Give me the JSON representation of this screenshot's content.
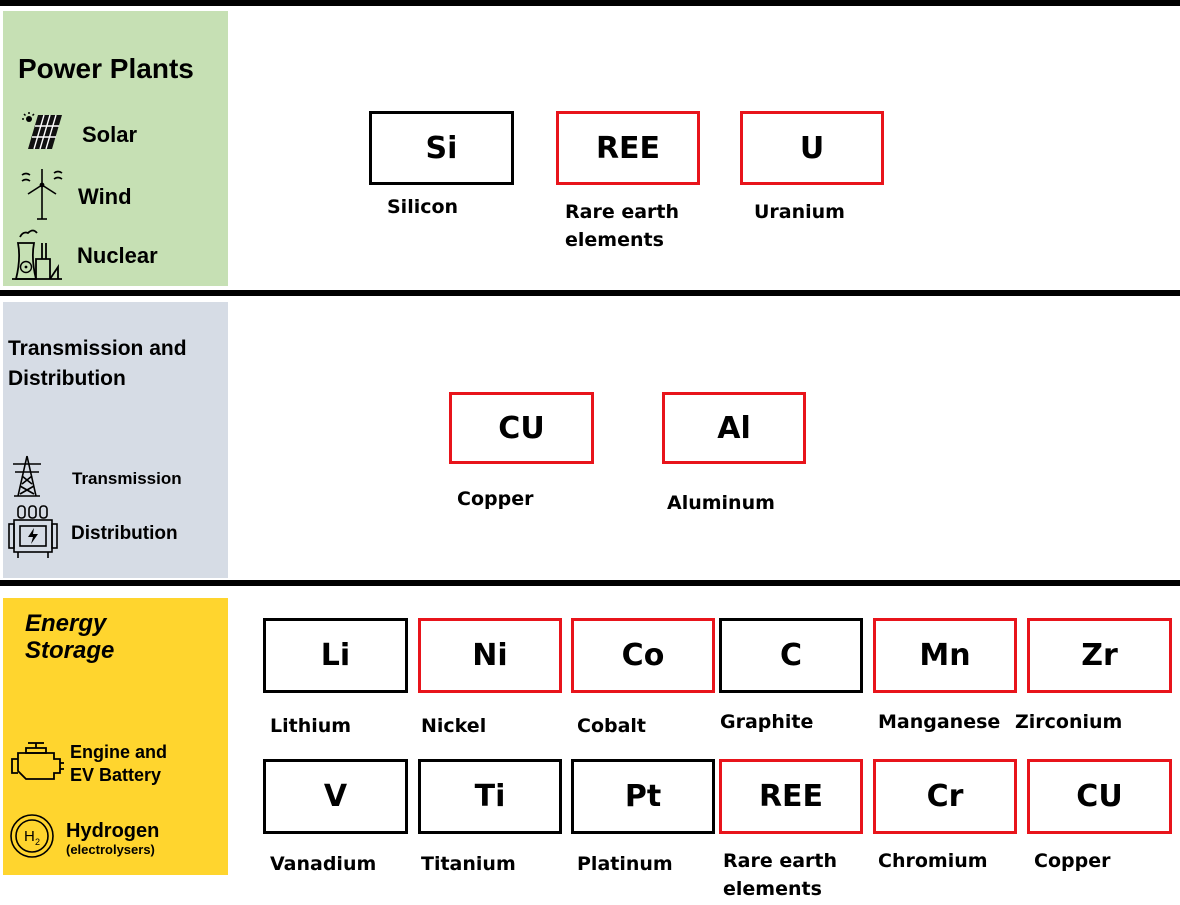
{
  "colors": {
    "critical_border": "#e8141b",
    "normal_border": "#000000",
    "power_bg": "#c6e0b4",
    "transmission_bg": "#d6dce5",
    "storage_bg": "#ffd52e"
  },
  "power": {
    "title": "Power Plants",
    "categories": [
      {
        "label": "Solar",
        "icon": "solar-panel-icon"
      },
      {
        "label": "Wind",
        "icon": "wind-turbine-icon"
      },
      {
        "label": "Nuclear",
        "icon": "nuclear-plant-icon"
      }
    ],
    "elements": [
      {
        "symbol": "Si",
        "name": "Silicon",
        "critical": false
      },
      {
        "symbol": "REE",
        "name": "Rare earth\nelements",
        "critical": true
      },
      {
        "symbol": "U",
        "name": "Uranium",
        "critical": true
      }
    ]
  },
  "transmission": {
    "title": "Transmission and\nDistribution",
    "categories": [
      {
        "label": "Transmission",
        "icon": "transmission-tower-icon"
      },
      {
        "label": "Distribution",
        "icon": "transformer-icon"
      }
    ],
    "elements": [
      {
        "symbol": "CU",
        "name": "Copper",
        "critical": true
      },
      {
        "symbol": "Al",
        "name": "Aluminum",
        "critical": true
      }
    ]
  },
  "storage": {
    "title": "Energy\nStorage",
    "categories": [
      {
        "label": "Engine and\nEV Battery",
        "icon": "engine-icon"
      },
      {
        "label": "Hydrogen",
        "sublabel": "(electrolysers)",
        "icon": "hydrogen-icon"
      }
    ],
    "row1": [
      {
        "symbol": "Li",
        "name": "Lithium",
        "critical": false
      },
      {
        "symbol": "Ni",
        "name": "Nickel",
        "critical": true
      },
      {
        "symbol": "Co",
        "name": "Cobalt",
        "critical": true
      },
      {
        "symbol": "C",
        "name": "Graphite",
        "critical": false
      },
      {
        "symbol": "Mn",
        "name": "Manganese",
        "critical": true
      },
      {
        "symbol": "Zr",
        "name": "Zirconium",
        "critical": true
      }
    ],
    "row2": [
      {
        "symbol": "V",
        "name": "Vanadium",
        "critical": false
      },
      {
        "symbol": "Ti",
        "name": "Titanium",
        "critical": false
      },
      {
        "symbol": "Pt",
        "name": "Platinum",
        "critical": false
      },
      {
        "symbol": "REE",
        "name": "Rare earth\nelements",
        "critical": true
      },
      {
        "symbol": "Cr",
        "name": "Chromium",
        "critical": true
      },
      {
        "symbol": "CU",
        "name": "Copper",
        "critical": true
      }
    ]
  }
}
